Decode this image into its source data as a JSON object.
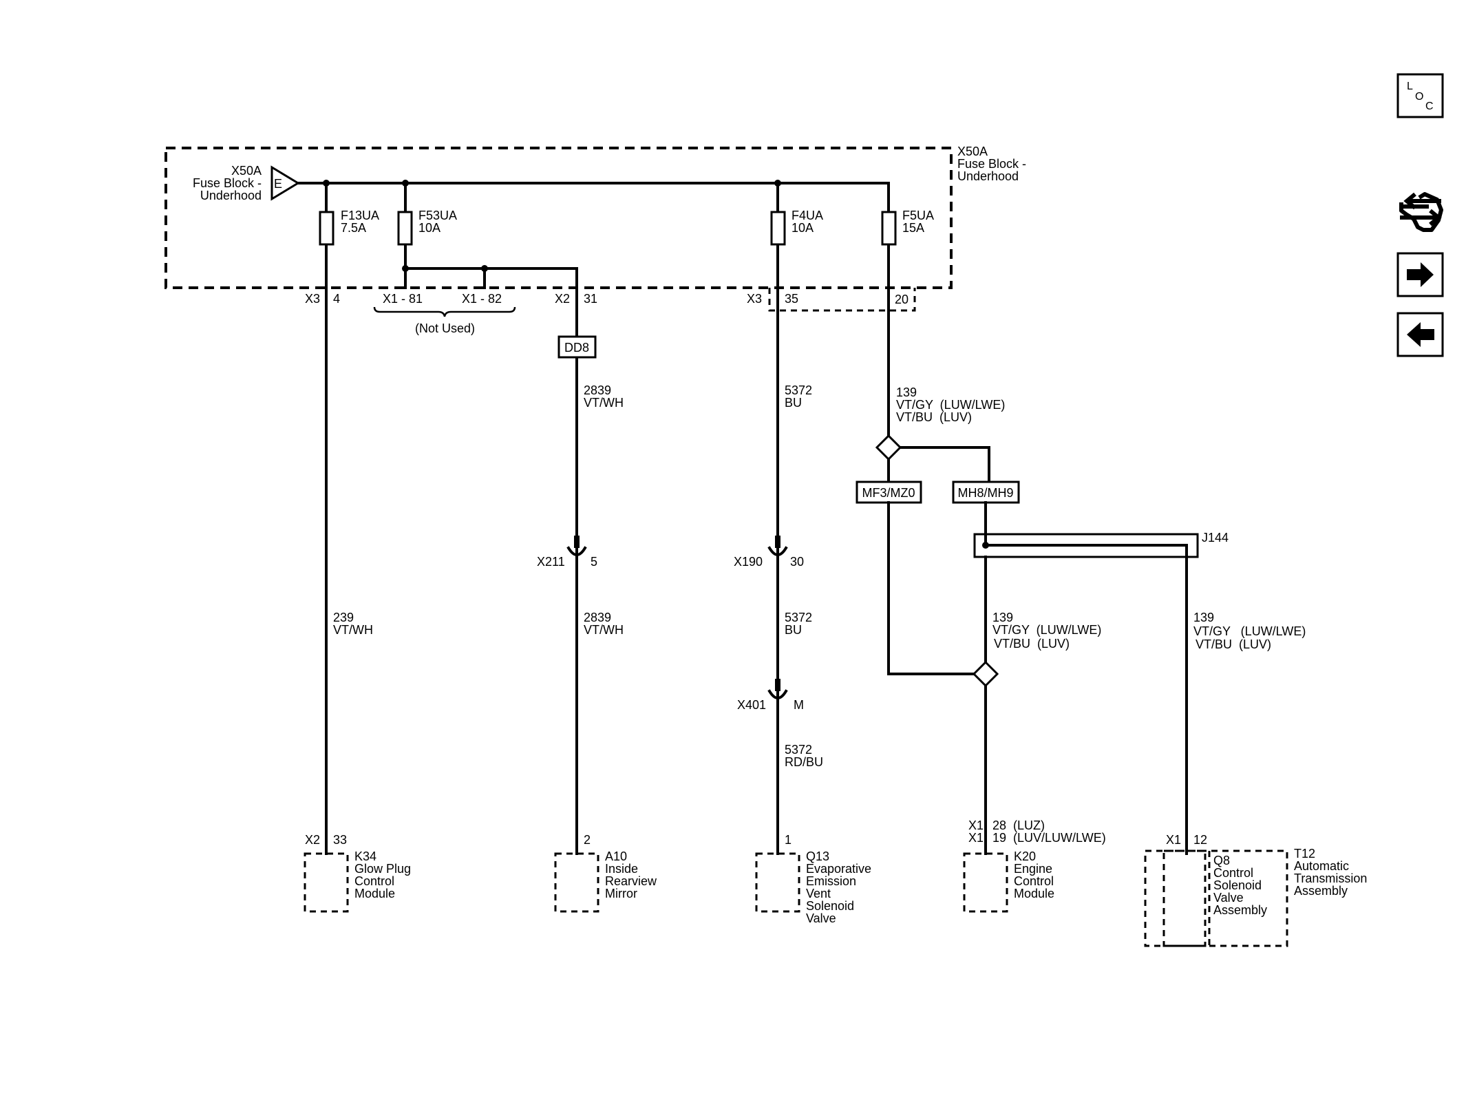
{
  "fuse_block": {
    "id": "X50A",
    "name": "Fuse Block -",
    "name2": "Underhood",
    "terminal": "E"
  },
  "fuses": [
    {
      "id": "F13UA",
      "rating": "7.5A"
    },
    {
      "id": "F53UA",
      "rating": "10A"
    },
    {
      "id": "F4UA",
      "rating": "10A"
    },
    {
      "id": "F5UA",
      "rating": "15A"
    }
  ],
  "connectors": {
    "x3_4": {
      "conn": "X3",
      "pin": "4"
    },
    "x1_81": "X1 - 81",
    "x1_82": "X1 - 82",
    "not_used": "(Not Used)",
    "x2_31": {
      "conn": "X2",
      "pin": "31"
    },
    "x3_35": {
      "conn": "X3",
      "pin": "35"
    },
    "x3_20": {
      "pin": "20"
    }
  },
  "options": {
    "dd8": "DD8",
    "mf3": "MF3/MZ0",
    "mh8": "MH8/MH9"
  },
  "splice": "J144",
  "inline": [
    {
      "id": "X211",
      "pin": "5"
    },
    {
      "id": "X190",
      "pin": "30"
    },
    {
      "id": "X401",
      "pin": "M"
    }
  ],
  "wires": {
    "w2839a": {
      "circuit": "2839",
      "color": "VT/WH"
    },
    "w2839b": {
      "circuit": "2839",
      "color": "VT/WH"
    },
    "w239": {
      "circuit": "239",
      "color": "VT/WH"
    },
    "w5372a": {
      "circuit": "5372",
      "color": "BU"
    },
    "w5372b": {
      "circuit": "5372",
      "color": "BU"
    },
    "w5372c": {
      "circuit": "5372",
      "color": "RD/BU"
    },
    "w139a": {
      "circuit": "139",
      "color1": "VT/GY  (LUW/LWE)",
      "color2": "VT/BU  (LUV)"
    },
    "w139b": {
      "circuit": "139",
      "color1": "VT/GY  (LUW/LWE)",
      "color2": "VT/BU  (LUV)"
    },
    "w139c": {
      "circuit": "139",
      "color1": "VT/GY   (LUW/LWE)",
      "color2": "VT/BU  (LUV)"
    }
  },
  "components": {
    "k34": {
      "conn": "X2",
      "pin": "33",
      "id": "K34",
      "l1": "Glow Plug",
      "l2": "Control",
      "l3": "Module"
    },
    "a10": {
      "pin": "2",
      "id": "A10",
      "l1": "Inside",
      "l2": "Rearview",
      "l3": "Mirror"
    },
    "q13": {
      "pin": "1",
      "id": "Q13",
      "l1": "Evaporative",
      "l2": "Emission",
      "l3": "Vent",
      "l4": "Solenoid",
      "l5": "Valve"
    },
    "k20": {
      "conn1": "X1",
      "pin1": "28  (LUZ)",
      "conn2": "X1",
      "pin2": "19  (LUV/LUW/LWE)",
      "id": "K20",
      "l1": "Engine",
      "l2": "Control",
      "l3": "Module"
    },
    "q8": {
      "id": "Q8",
      "l1": "Control",
      "l2": "Solenoid",
      "l3": "Valve",
      "l4": "Assembly"
    },
    "t12": {
      "conn": "X1",
      "pin": "12",
      "id": "T12",
      "l1": "Automatic",
      "l2": "Transmission",
      "l3": "Assembly"
    }
  },
  "nav": {
    "loc_l": "L",
    "loc_o": "O",
    "loc_c": "C",
    "icons": [
      "location-icon",
      "connector-view-icon",
      "next-arrow-icon",
      "previous-arrow-icon"
    ]
  }
}
